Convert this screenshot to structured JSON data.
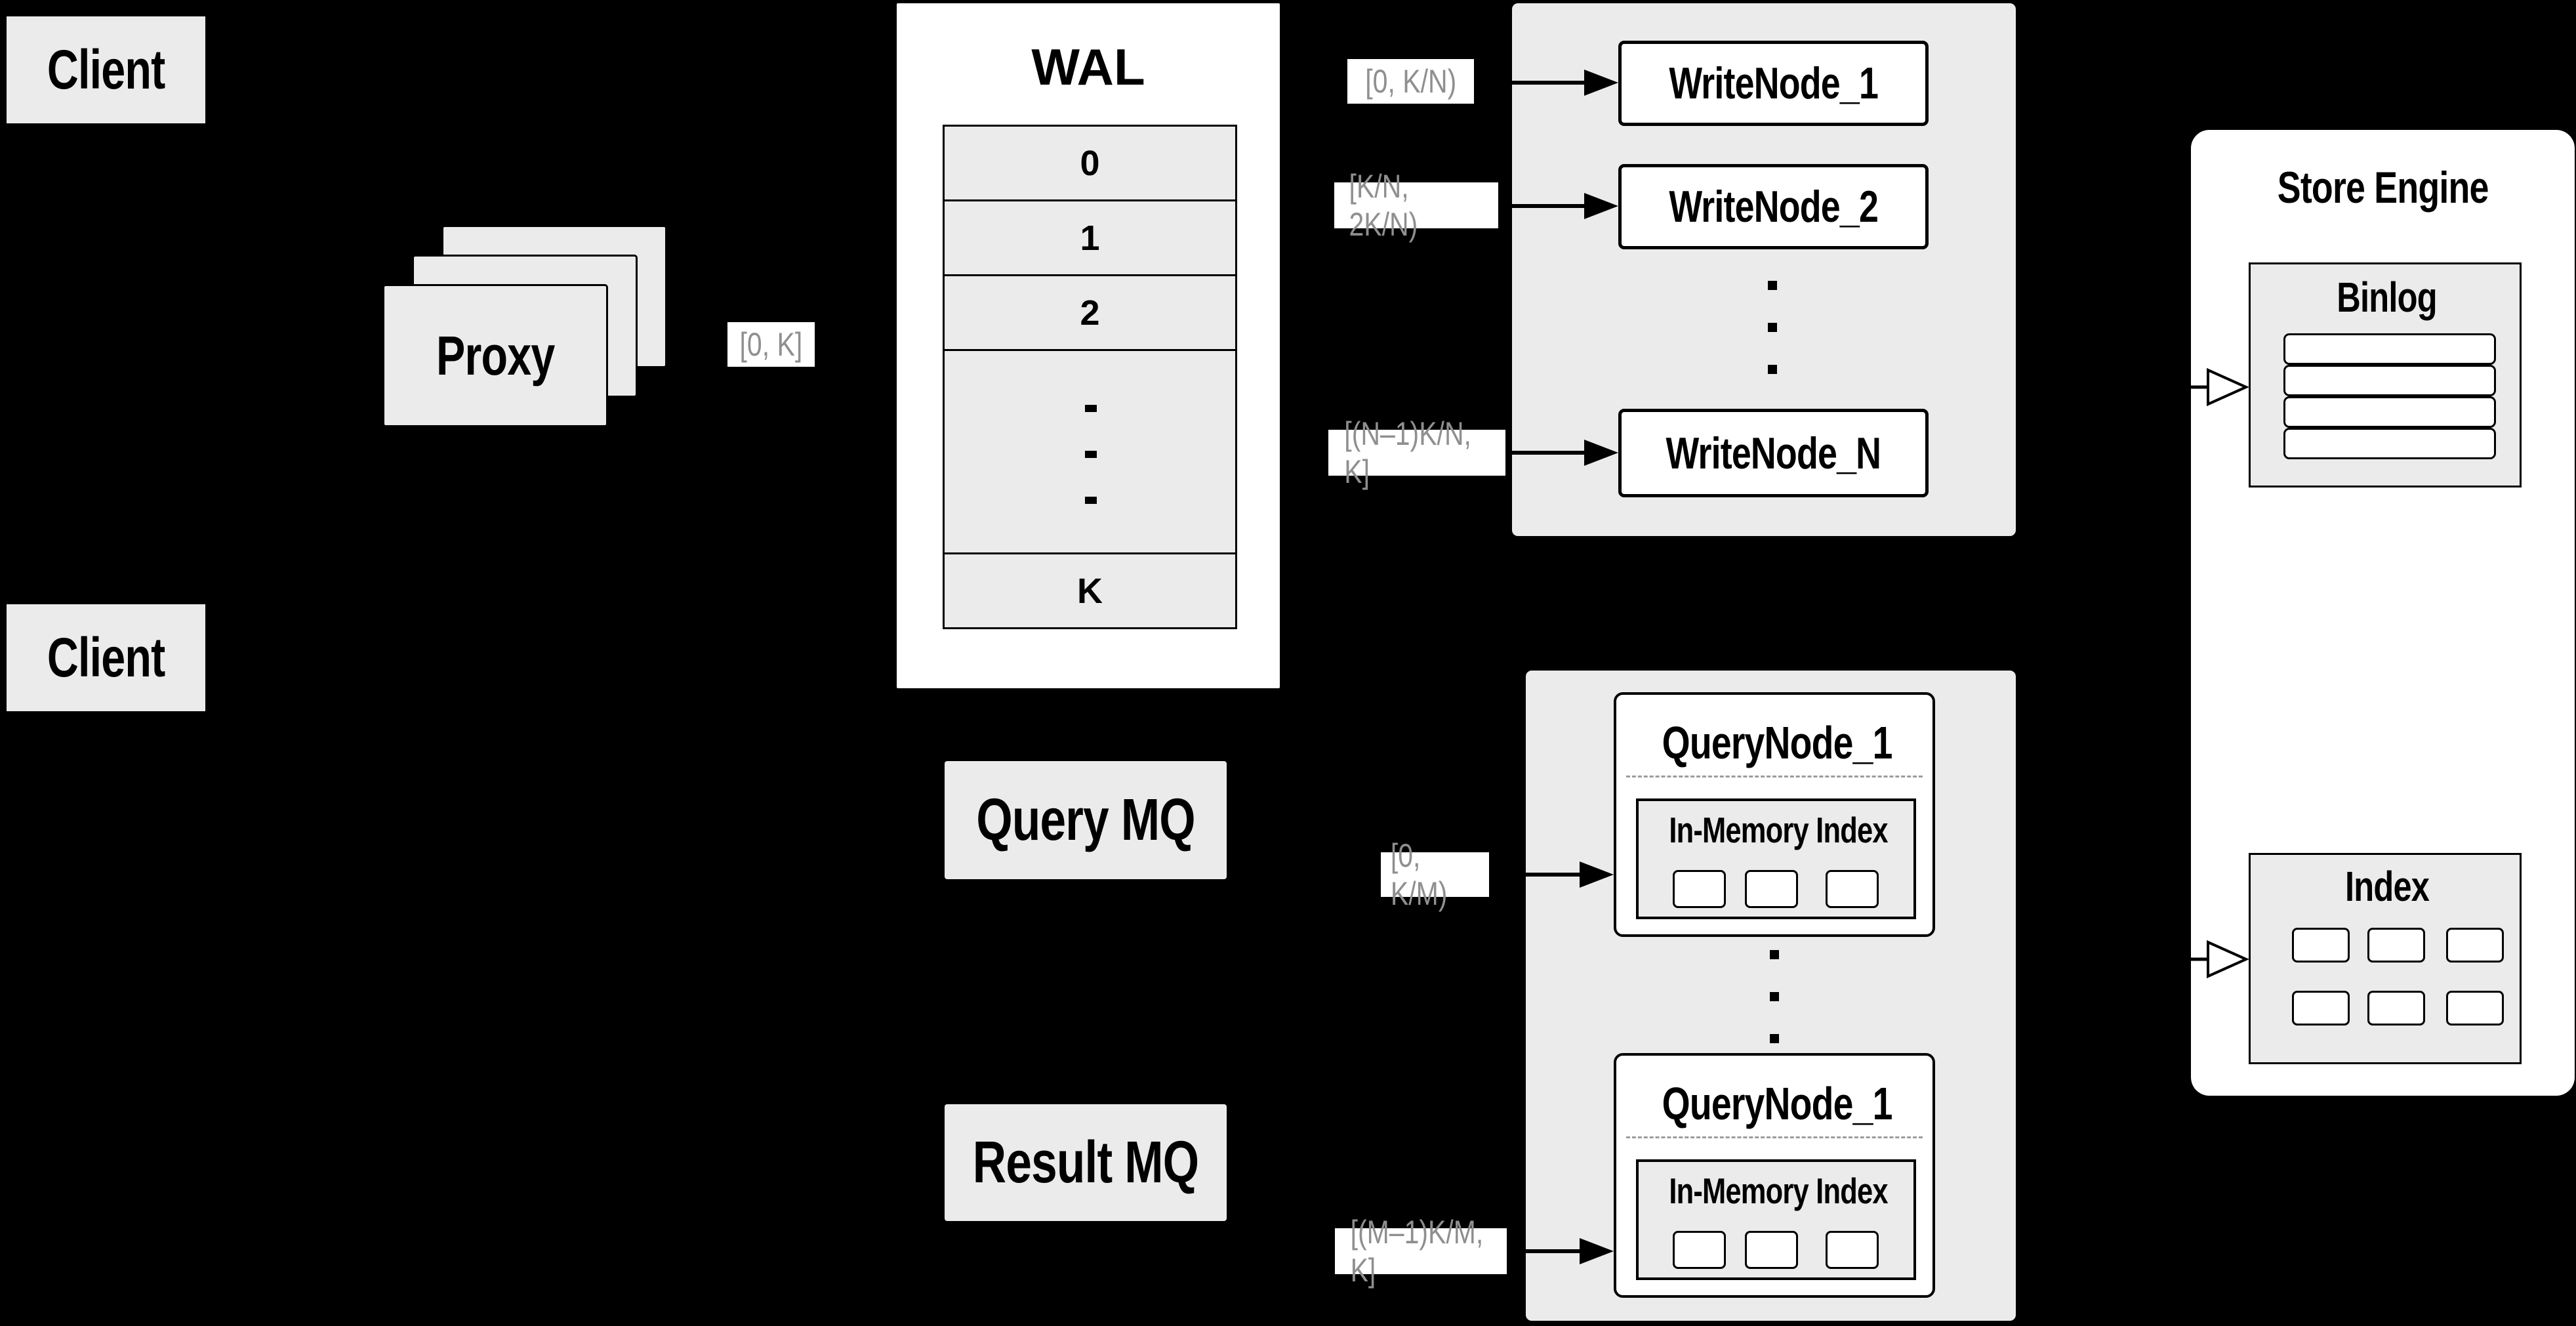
{
  "colors": {
    "background": "#000000",
    "panel_gray": "#ebebeb",
    "box_white": "#ffffff",
    "line_black": "#000000",
    "label_text_gray": "#8f8f8f",
    "dashed_separator_gray": "#9c9c9c"
  },
  "clients": {
    "top": "Client",
    "bottom": "Client"
  },
  "proxy": {
    "label": "Proxy",
    "range_label": "[0, K]"
  },
  "wal": {
    "title": "WAL",
    "rows": [
      "0",
      "1",
      "2",
      "K"
    ]
  },
  "write_pipeline": {
    "labels": [
      "[0, K/N)",
      "[K/N, 2K/N)",
      "[(N–1)K/N, K]"
    ],
    "nodes": [
      "WriteNode_1",
      "WriteNode_2",
      "WriteNode_N"
    ]
  },
  "store_engine": {
    "title": "Store Engine",
    "binlog_title": "Binlog",
    "index_title": "Index"
  },
  "mq": {
    "query": "Query MQ",
    "result": "Result MQ"
  },
  "query_pipeline": {
    "labels": [
      "[0, K/M)",
      "[(M–1)K/M, K]"
    ],
    "nodes": [
      {
        "title": "QueryNode_1",
        "inner_title": "In-Memory Index"
      },
      {
        "title": "QueryNode_1",
        "inner_title": "In-Memory Index"
      }
    ]
  }
}
